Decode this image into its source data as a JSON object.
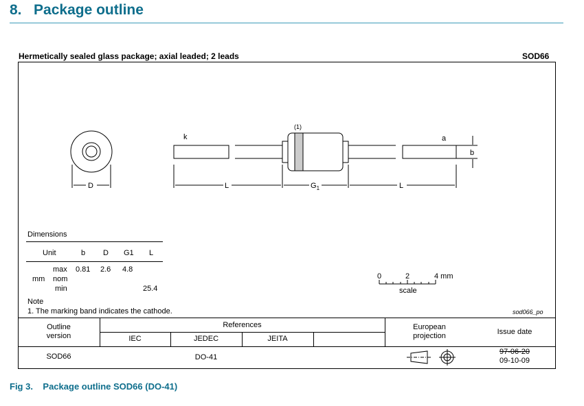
{
  "section": {
    "number": "8.",
    "title": "Package outline"
  },
  "package": {
    "description": "Hermetically sealed glass package; axial leaded; 2 leads",
    "code": "SOD66"
  },
  "drawing": {
    "label_k": "k",
    "label_a": "a",
    "label_b": "b",
    "label_D": "D",
    "label_L": "L",
    "label_G": "G",
    "label_G_sub": "1",
    "marking_ref": "(1)"
  },
  "dimensions": {
    "title": "Dimensions",
    "headers": [
      "Unit",
      "b",
      "D",
      "G1",
      "L"
    ],
    "unit": "mm",
    "rows": [
      {
        "label": "max",
        "b": "0.81",
        "D": "2.6",
        "G1": "4.8",
        "L": ""
      },
      {
        "label": "nom",
        "b": "",
        "D": "",
        "G1": "",
        "L": ""
      },
      {
        "label": "min",
        "b": "",
        "D": "",
        "G1": "",
        "L": "25.4"
      }
    ]
  },
  "note": {
    "title": "Note",
    "text": "1. The marking band indicates the cathode."
  },
  "scale": {
    "t0": "0",
    "t2": "2",
    "t4": "4 mm",
    "label": "scale"
  },
  "drawing_id": "sod066_po",
  "table": {
    "outline_version": "Outline\nversion",
    "outline_line1": "Outline",
    "outline_line2": "version",
    "references": "References",
    "ref_cols": [
      "IEC",
      "JEDEC",
      "JEITA",
      ""
    ],
    "european1": "European",
    "european2": "projection",
    "issue_date": "Issue date",
    "row": {
      "outline": "SOD66",
      "iec": "",
      "jedec": "DO-41",
      "jeita": "",
      "old_date": "97-06-20",
      "date": "09-10-09"
    }
  },
  "figure": {
    "number": "Fig 3.",
    "caption": "Package outline SOD66 (DO-41)"
  }
}
